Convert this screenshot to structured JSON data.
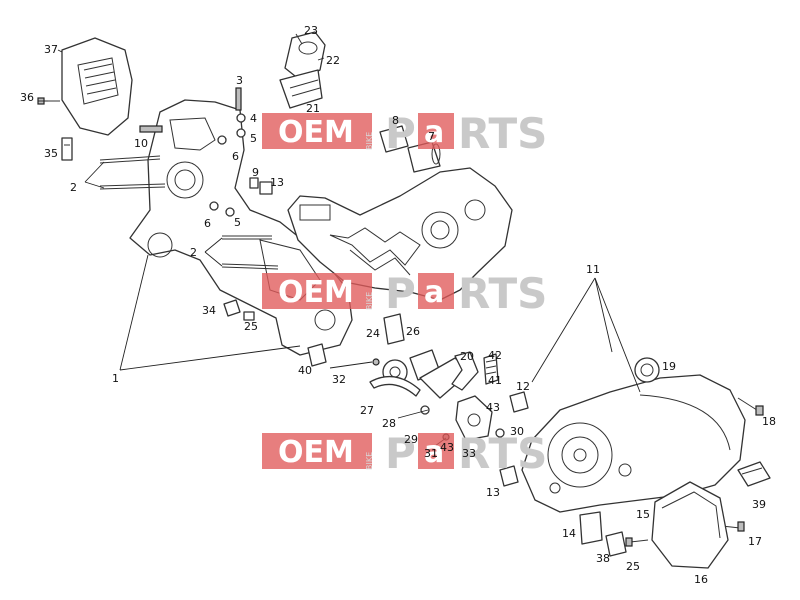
{
  "watermark": {
    "oem": "OEM",
    "bike": "BIKE",
    "parts": "RTS"
  },
  "callouts": [
    {
      "id": "1",
      "label": "1"
    },
    {
      "id": "2a",
      "label": "2"
    },
    {
      "id": "2b",
      "label": "2"
    },
    {
      "id": "3",
      "label": "3"
    },
    {
      "id": "4",
      "label": "4"
    },
    {
      "id": "5a",
      "label": "5"
    },
    {
      "id": "5b",
      "label": "5"
    },
    {
      "id": "6a",
      "label": "6"
    },
    {
      "id": "6b",
      "label": "6"
    },
    {
      "id": "7",
      "label": "7"
    },
    {
      "id": "8",
      "label": "8"
    },
    {
      "id": "9",
      "label": "9"
    },
    {
      "id": "10",
      "label": "10"
    },
    {
      "id": "11",
      "label": "11"
    },
    {
      "id": "12",
      "label": "12"
    },
    {
      "id": "13a",
      "label": "13"
    },
    {
      "id": "13b",
      "label": "13"
    },
    {
      "id": "14",
      "label": "14"
    },
    {
      "id": "15",
      "label": "15"
    },
    {
      "id": "16",
      "label": "16"
    },
    {
      "id": "17",
      "label": "17"
    },
    {
      "id": "18",
      "label": "18"
    },
    {
      "id": "19",
      "label": "19"
    },
    {
      "id": "20",
      "label": "20"
    },
    {
      "id": "21",
      "label": "21"
    },
    {
      "id": "22",
      "label": "22"
    },
    {
      "id": "23",
      "label": "23"
    },
    {
      "id": "24",
      "label": "24"
    },
    {
      "id": "25a",
      "label": "25"
    },
    {
      "id": "25b",
      "label": "25"
    },
    {
      "id": "26",
      "label": "26"
    },
    {
      "id": "27",
      "label": "27"
    },
    {
      "id": "28",
      "label": "28"
    },
    {
      "id": "29",
      "label": "29"
    },
    {
      "id": "30",
      "label": "30"
    },
    {
      "id": "31",
      "label": "31"
    },
    {
      "id": "32",
      "label": "32"
    },
    {
      "id": "33",
      "label": "33"
    },
    {
      "id": "34",
      "label": "34"
    },
    {
      "id": "35",
      "label": "35"
    },
    {
      "id": "36",
      "label": "36"
    },
    {
      "id": "37",
      "label": "37"
    },
    {
      "id": "38",
      "label": "38"
    },
    {
      "id": "39",
      "label": "39"
    },
    {
      "id": "40",
      "label": "40"
    },
    {
      "id": "41",
      "label": "41"
    },
    {
      "id": "42",
      "label": "42"
    },
    {
      "id": "43a",
      "label": "43"
    },
    {
      "id": "43b",
      "label": "43"
    }
  ]
}
